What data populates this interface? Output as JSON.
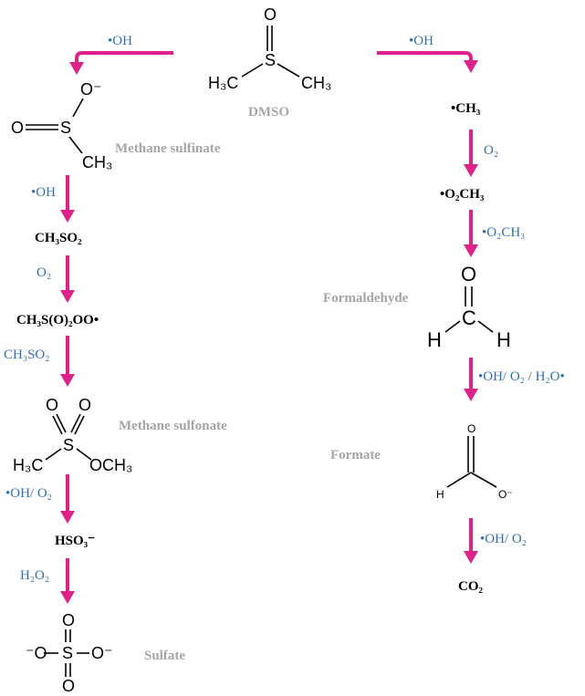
{
  "colors": {
    "arrow": "#e0218a",
    "reagent": "#2e6fb5",
    "name": "#a6a6a6",
    "species": "#000000"
  },
  "structures": {
    "dmso": {
      "s": "S",
      "o": "O",
      "left": "H₃C",
      "right": "CH₃"
    },
    "methane_sulfinate": {
      "o_minus": "O⁻",
      "o": "O",
      "s": "S",
      "ch3": "CH₃"
    },
    "methane_sulfonate": {
      "o1": "O",
      "o2": "O",
      "s": "S",
      "left": "H₃C",
      "right": "OCH₃"
    },
    "sulfate": {
      "o_top": "O",
      "o_bottom": "O",
      "s": "S",
      "o_left": "⁻O",
      "o_right": "O⁻"
    },
    "formaldehyde": {
      "o": "O",
      "c": "C",
      "h_left": "H",
      "h_right": "H"
    },
    "formate": {
      "o": "O",
      "h": "H",
      "o_minus": "O⁻"
    }
  },
  "labels": {
    "dmso": "DMSO",
    "methane_sulfinate": "Methane sulfinate",
    "methane_sulfonate": "Methane sulfonate",
    "sulfate": "Sulfate",
    "formaldehyde": "Formaldehyde",
    "formate": "Formate"
  },
  "left_pathway": {
    "start_reagent": "•OH",
    "steps": [
      {
        "reagent": "•OH",
        "product": "CH₃SO₂"
      },
      {
        "reagent": "O₂",
        "product": "CH₃S(O)₂OO•"
      },
      {
        "reagent": "CH₃SO₂",
        "product": "Methane sulfonate"
      },
      {
        "reagent": "•OH/ O₂",
        "product": "HSO₃⁻"
      },
      {
        "reagent": "H₂O₂",
        "product": "Sulfate"
      }
    ]
  },
  "right_pathway": {
    "start_reagent": "•OH",
    "steps": [
      {
        "reagent": "O₂",
        "product": "•O₂CH₃"
      },
      {
        "reagent": "•O₂CH₃",
        "product": "Formaldehyde"
      },
      {
        "reagent": "•OH/ O₂ / H₂O•",
        "product": "Formate"
      },
      {
        "reagent": "•OH/ O₂",
        "product": "CO₂"
      }
    ]
  },
  "species": {
    "ch3_radical": "•CH₃",
    "ch3so2": "CH₃SO₂",
    "ch3soooo": "CH₃S(O)₂OO•",
    "hso3": "HSO₃⁻",
    "o2ch3": "•O₂CH₃",
    "co2": "CO₂"
  },
  "reagents": {
    "top_left": "•OH",
    "top_right": "•OH",
    "l1": "•OH",
    "l2": "O₂",
    "l3": "CH₃SO₂",
    "l4": "•OH/ O₂",
    "l5": "H₂O₂",
    "r1": "O₂",
    "r2": "•O₂CH₃",
    "r3": "•OH/ O₂ / H₂O•",
    "r4": "•OH/ O₂"
  }
}
